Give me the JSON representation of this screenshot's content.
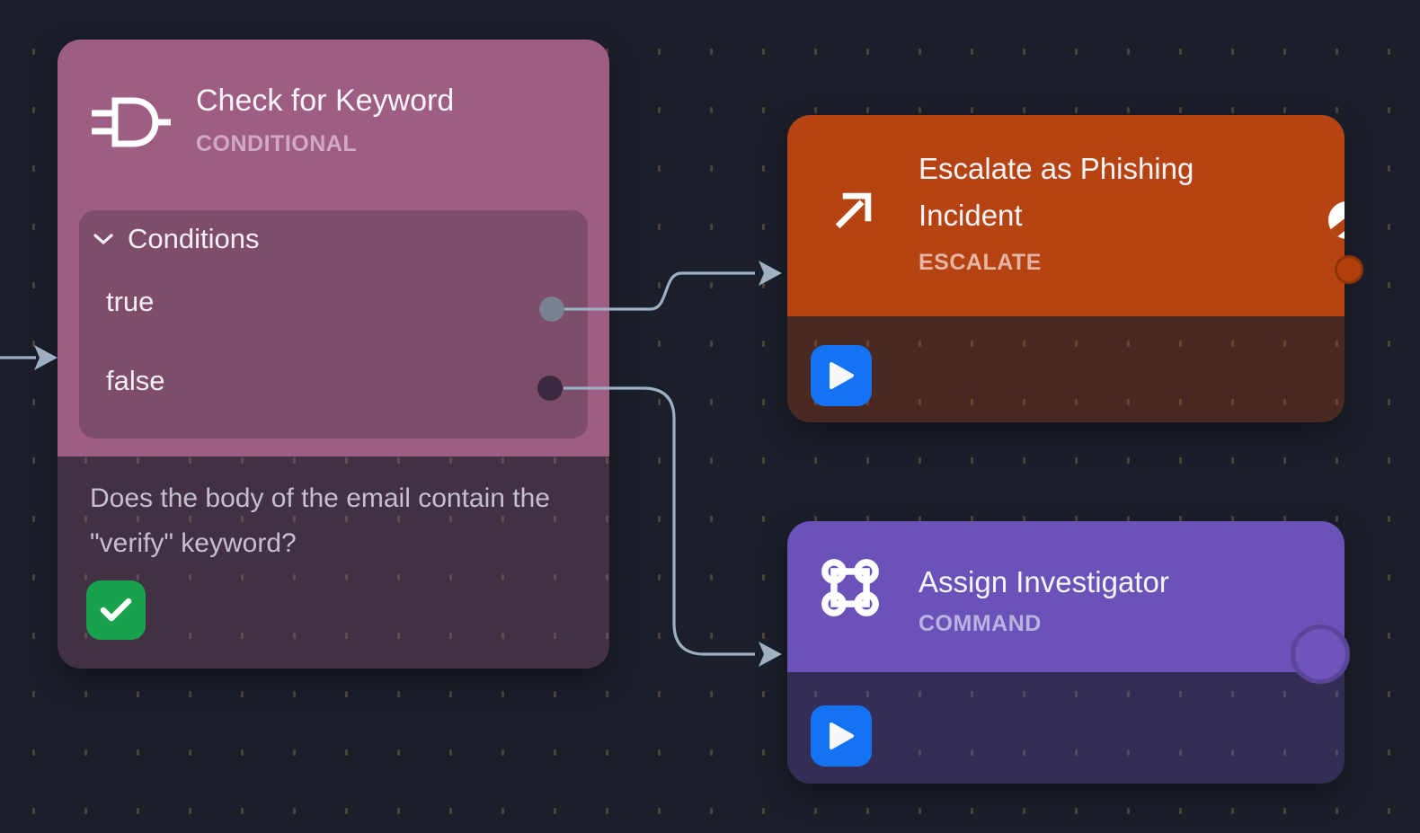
{
  "canvas": {
    "background": "#1b1f2a",
    "dot_color": "#4a453c",
    "connector_color": "#9cb0c2"
  },
  "nodes": {
    "conditional": {
      "title": "Check for Keyword",
      "type_label": "CONDITIONAL",
      "type_label_color": "#d2a9c2",
      "color": "#9e5e84",
      "body_tint": "rgba(158,94,132,0.30)",
      "icon": "logic-gate-icon",
      "conditions": {
        "label": "Conditions",
        "collapsed": false,
        "outputs": [
          {
            "label": "true",
            "port_color": "#78818f"
          },
          {
            "label": "false",
            "port_color": "#392a42"
          }
        ]
      },
      "description": "Does the body of the email contain the \"verify\" keyword?",
      "status": "success",
      "status_color": "#17a24b"
    },
    "escalate": {
      "title": "Escalate as Phishing Incident",
      "type_label": "ESCALATE",
      "type_label_color": "#e7b5a4",
      "color": "#b64312",
      "body_tint": "rgba(182,67,18,0.30)",
      "icon": "arrow-up-right-icon",
      "port_color": "#b2400f",
      "action_color": "#1473f2"
    },
    "command": {
      "title": "Assign Investigator",
      "type_label": "COMMAND",
      "type_label_color": "#bcb2e2",
      "color": "#6a52b8",
      "body_tint": "rgba(106,82,184,0.30)",
      "icon": "command-icon",
      "port_color": "#6d55bb",
      "action_color": "#1473f2"
    }
  },
  "edges": [
    {
      "from": "canvas-input",
      "to": "Check for Keyword"
    },
    {
      "from": "Check for Keyword.true",
      "to": "Escalate as Phishing Incident"
    },
    {
      "from": "Check for Keyword.false",
      "to": "Assign Investigator"
    }
  ]
}
